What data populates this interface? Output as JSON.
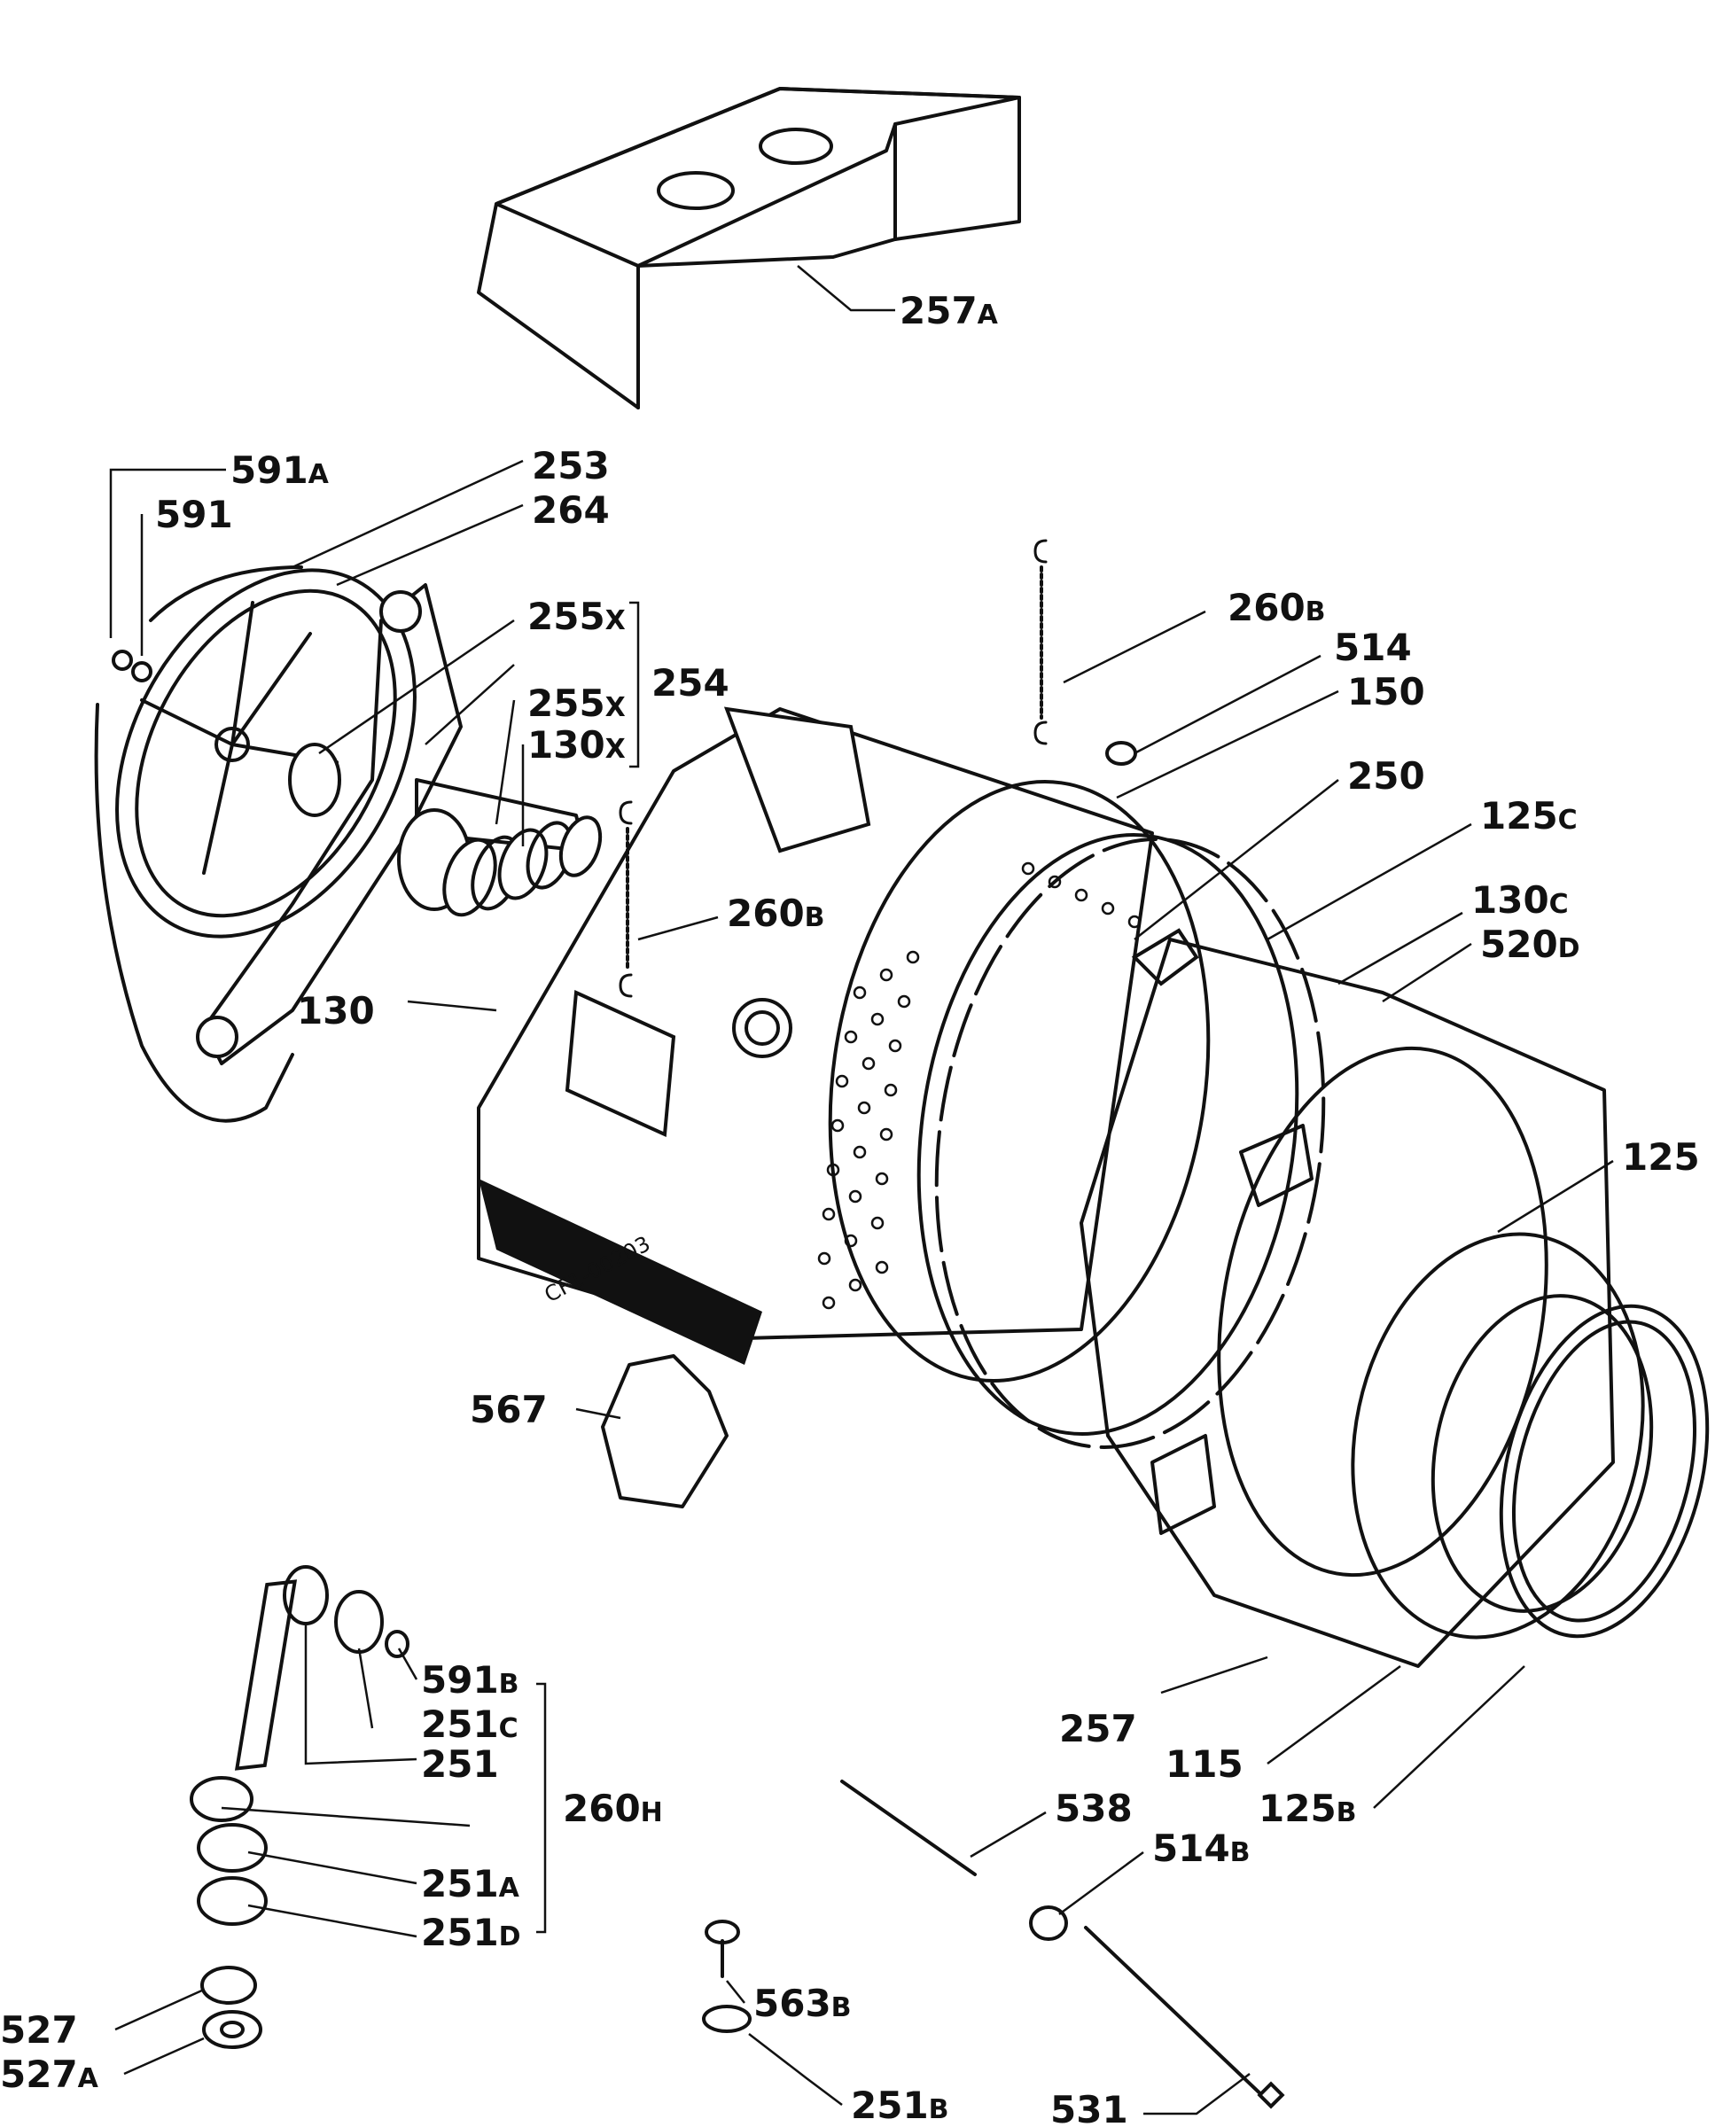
{
  "labels": [
    {
      "id": "257a",
      "num": "257",
      "suf": "A"
    },
    {
      "id": "591a",
      "num": "591",
      "suf": "A"
    },
    {
      "id": "253",
      "num": "253",
      "suf": ""
    },
    {
      "id": "591",
      "num": "591",
      "suf": ""
    },
    {
      "id": "264",
      "num": "264",
      "suf": ""
    },
    {
      "id": "255x-1",
      "num": "255",
      "suf": "X"
    },
    {
      "id": "254",
      "num": "254",
      "suf": ""
    },
    {
      "id": "255x-2",
      "num": "255",
      "suf": "X"
    },
    {
      "id": "130x",
      "num": "130",
      "suf": "X"
    },
    {
      "id": "130",
      "num": "130",
      "suf": ""
    },
    {
      "id": "260b-1",
      "num": "260",
      "suf": "B"
    },
    {
      "id": "514",
      "num": "514",
      "suf": ""
    },
    {
      "id": "150",
      "num": "150",
      "suf": ""
    },
    {
      "id": "250",
      "num": "250",
      "suf": ""
    },
    {
      "id": "260b-2",
      "num": "260",
      "suf": "B"
    },
    {
      "id": "125c",
      "num": "125",
      "suf": "C"
    },
    {
      "id": "130c",
      "num": "130",
      "suf": "C"
    },
    {
      "id": "520d",
      "num": "520",
      "suf": "D"
    },
    {
      "id": "125",
      "num": "125",
      "suf": ""
    },
    {
      "id": "567",
      "num": "567",
      "suf": ""
    },
    {
      "id": "257",
      "num": "257",
      "suf": ""
    },
    {
      "id": "115",
      "num": "115",
      "suf": ""
    },
    {
      "id": "125b",
      "num": "125",
      "suf": "B"
    },
    {
      "id": "591b",
      "num": "591",
      "suf": "B"
    },
    {
      "id": "251c",
      "num": "251",
      "suf": "C"
    },
    {
      "id": "251",
      "num": "251",
      "suf": ""
    },
    {
      "id": "260h",
      "num": "260",
      "suf": "H"
    },
    {
      "id": "251a",
      "num": "251",
      "suf": "A"
    },
    {
      "id": "251d",
      "num": "251",
      "suf": "D"
    },
    {
      "id": "527",
      "num": "527",
      "suf": ""
    },
    {
      "id": "527a",
      "num": "527",
      "suf": "A"
    },
    {
      "id": "538",
      "num": "538",
      "suf": ""
    },
    {
      "id": "514b",
      "num": "514",
      "suf": "B"
    },
    {
      "id": "563b",
      "num": "563",
      "suf": "B"
    },
    {
      "id": "251b",
      "num": "251",
      "suf": "B"
    },
    {
      "id": "531",
      "num": "531",
      "suf": ""
    }
  ],
  "drawing_code": "CF1-00203"
}
